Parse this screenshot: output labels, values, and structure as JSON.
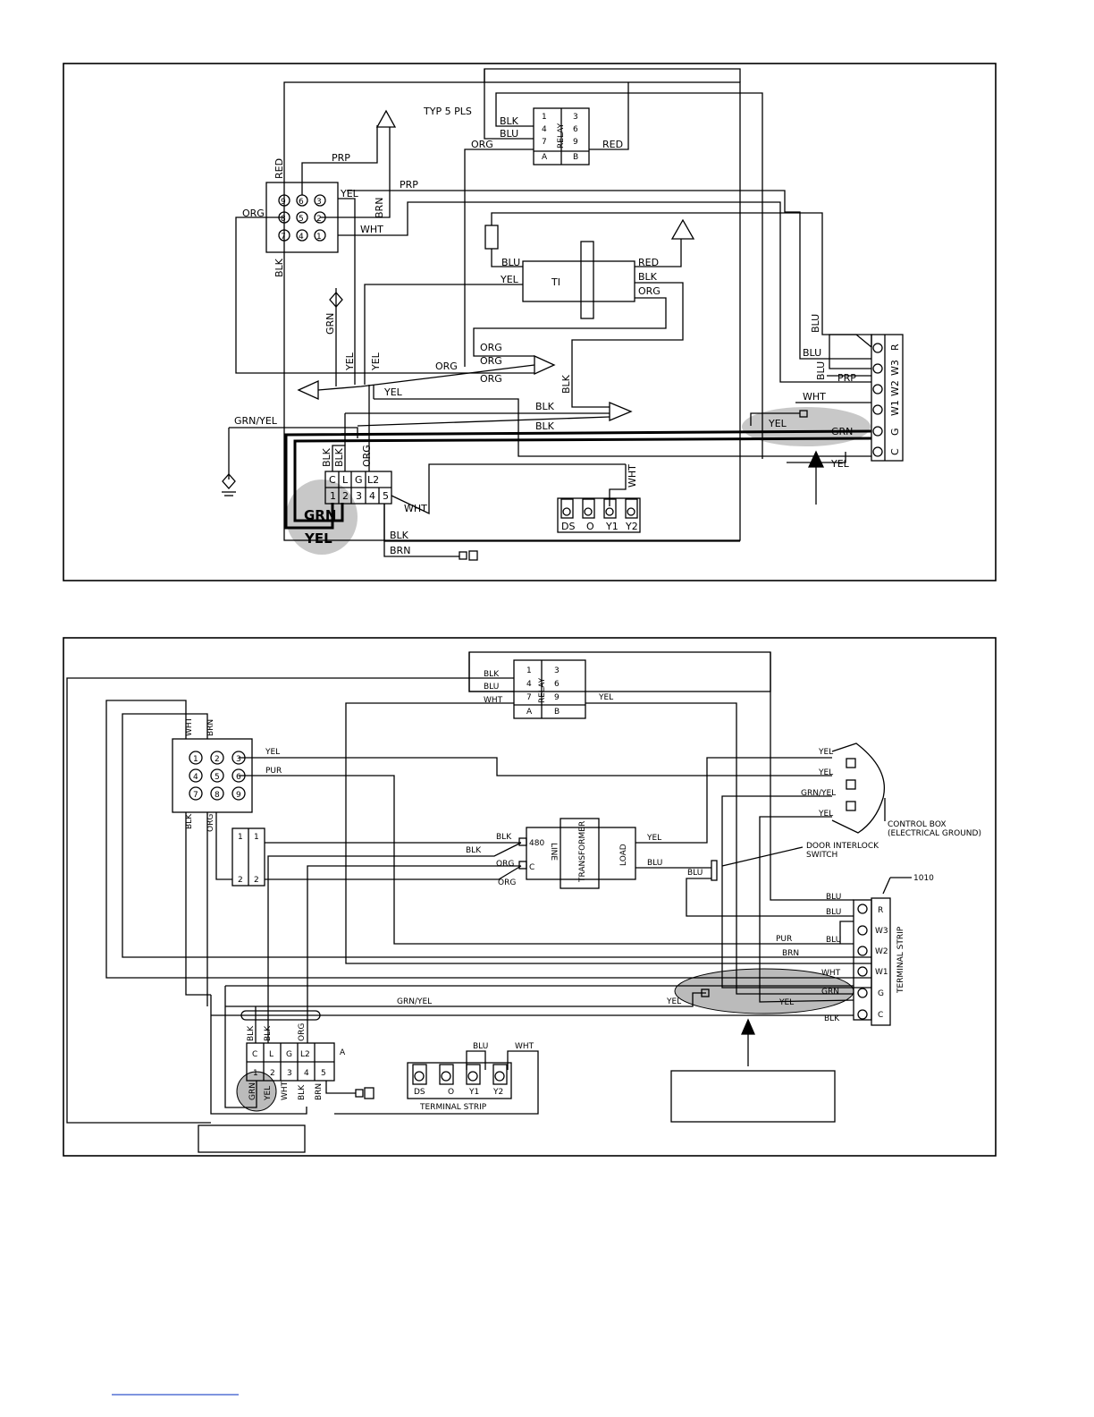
{
  "top": {
    "relay": {
      "typ_label": "TYP 5 PLS",
      "name": "RELAY",
      "pins_left": [
        "1",
        "4",
        "7",
        "A"
      ],
      "pins_right": [
        "3",
        "6",
        "9",
        "B"
      ],
      "wires": [
        "BLK",
        "BLU",
        "ORG",
        "RED"
      ]
    },
    "plug": {
      "pins": [
        "9",
        "6",
        "3",
        "8",
        "5",
        "2",
        "7",
        "4",
        "1"
      ],
      "wires": {
        "red": "RED",
        "prp": "PRP",
        "yel": "YEL",
        "org": "ORG",
        "brn": "BRN",
        "wht": "WHT",
        "blk": "BLK",
        "prp2": "PRP"
      }
    },
    "transformer": {
      "name": "TI",
      "wires": [
        "BLU",
        "YEL",
        "RED",
        "BLK",
        "ORG"
      ]
    },
    "ground_wires": {
      "grn": "GRN",
      "yel_a": "YEL",
      "yel_b": "YEL",
      "grn_yel": "GRN/YEL"
    },
    "mid_wires": [
      "ORG",
      "ORG",
      "ORG",
      "ORG",
      "YEL",
      "BLK",
      "BLK",
      "BLK"
    ],
    "terminal_right": {
      "labels": [
        "R",
        "W3",
        "W2",
        "W1",
        "G",
        "C"
      ],
      "wires": [
        "BLU",
        "BLU",
        "BLU",
        "PRP",
        "WHT",
        "YEL",
        "GRN",
        "YEL"
      ]
    },
    "block": {
      "top": [
        "C",
        "L",
        "G",
        "L2"
      ],
      "bottom": [
        "1",
        "2",
        "3",
        "4",
        "5"
      ],
      "wires": [
        "BLK",
        "BLK",
        "ORG",
        "WHT",
        "BLK",
        "BRN"
      ],
      "grn": "GRN",
      "yel": "YEL"
    },
    "terminal_bottom": {
      "labels": [
        "DS",
        "O",
        "Y1",
        "Y2"
      ],
      "wht": "WHT"
    }
  },
  "bottom": {
    "relay": {
      "name": "RELAY",
      "pins_left": [
        "1",
        "4",
        "7",
        "A"
      ],
      "pins_right": [
        "3",
        "6",
        "9",
        "B"
      ],
      "wires": [
        "BLK",
        "BLU",
        "WHT",
        "YEL"
      ]
    },
    "plug": {
      "pins": [
        "1",
        "2",
        "3",
        "4",
        "5",
        "6",
        "7",
        "8",
        "9"
      ],
      "top_wires": [
        "WHT",
        "BRN"
      ],
      "side_wires": [
        "YEL",
        "PUR"
      ],
      "bottom_wires": [
        "BLK",
        "ORG"
      ]
    },
    "fuse": {
      "top": [
        "1",
        "1"
      ],
      "bottom": [
        "2",
        "2"
      ]
    },
    "transformer": {
      "name": "TRANSFORMER",
      "line": "LINE",
      "load": "LOAD",
      "taps": [
        "480",
        "C"
      ],
      "wires_in": [
        "BLK",
        "BLK",
        "ORG",
        "ORG"
      ],
      "wires_out": [
        "YEL",
        "BLU"
      ]
    },
    "control_box": {
      "wires": [
        "YEL",
        "YEL",
        "GRN/YEL",
        "YEL"
      ],
      "label_1": "CONTROL BOX",
      "label_2": "(ELECTRICAL GROUND)"
    },
    "door_switch": {
      "label_1": "DOOR INTERLOCK",
      "label_2": "SWITCH",
      "wire": "BLU"
    },
    "terminal_strip": {
      "ref": "1010",
      "title": "TERMINAL STRIP",
      "labels": [
        "R",
        "W3",
        "W2",
        "W1",
        "G",
        "C"
      ],
      "wires": [
        "BLU",
        "BLU",
        "BLU",
        "PUR",
        "BRN",
        "WHT",
        "GRN",
        "YEL",
        "BLK"
      ]
    },
    "ground": {
      "grn_yel": "GRN/YEL",
      "yel": "YEL"
    },
    "block": {
      "top": [
        "C",
        "L",
        "G",
        "L2",
        "A"
      ],
      "bottom": [
        "1",
        "2",
        "3",
        "4",
        "5"
      ],
      "top_wires": [
        "BLK",
        "BLK",
        "ORG"
      ],
      "bottom_wires": [
        "GRN",
        "YEL",
        "WHT",
        "BLK",
        "BRN"
      ]
    },
    "terminal_low": {
      "labels": [
        "DS",
        "O",
        "Y1",
        "Y2"
      ],
      "title": "TERMINAL STRIP",
      "wires": [
        "BLU",
        "WHT"
      ]
    }
  }
}
